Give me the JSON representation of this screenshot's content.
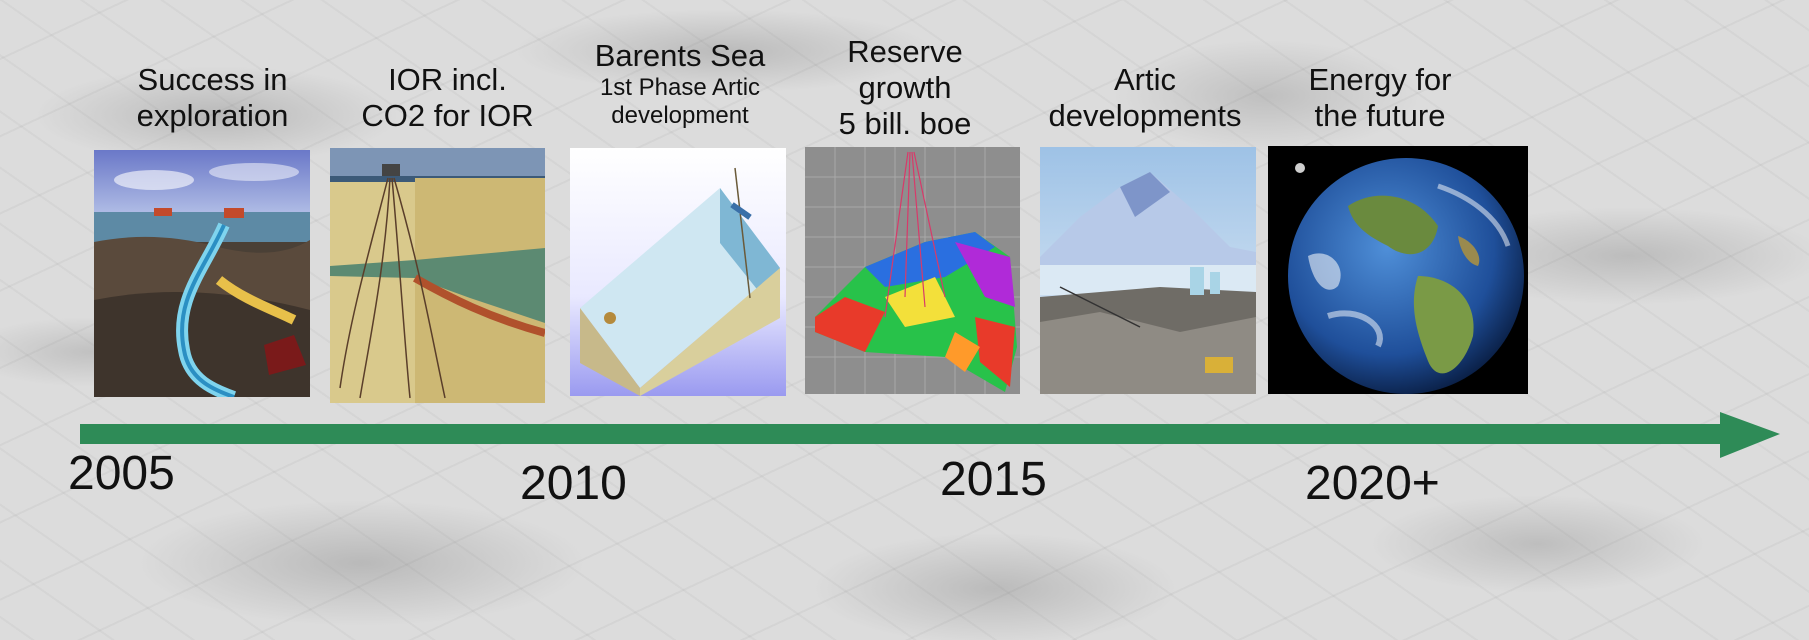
{
  "milestones": [
    {
      "title": "Success in",
      "line2": "exploration",
      "image_icon": "offshore-pipeline-icon"
    },
    {
      "title": "IOR incl.",
      "line2": "CO2 for IOR",
      "image_icon": "reservoir-wells-icon"
    },
    {
      "title": "Barents Sea",
      "line2": "1st Phase Artic",
      "line3": "development",
      "image_icon": "subsea-block-icon"
    },
    {
      "title": "Reserve",
      "line2": "growth",
      "line3": "5 bill. boe",
      "image_icon": "reservoir-model-icon"
    },
    {
      "title": "Artic",
      "line2": "developments",
      "image_icon": "arctic-landscape-icon"
    },
    {
      "title": "Energy for",
      "line2": "the future",
      "image_icon": "earth-globe-icon"
    }
  ],
  "years": [
    "2005",
    "2010",
    "2015",
    "2020+"
  ],
  "colors": {
    "arrow": "#2e8b57",
    "text": "#111111"
  }
}
